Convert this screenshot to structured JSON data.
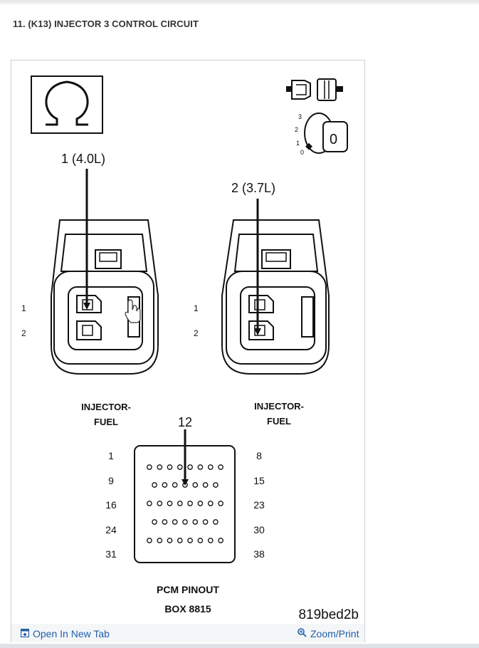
{
  "section": {
    "title": "11. (K13) INJECTOR 3 CONTROL CIRCUIT"
  },
  "diagram": {
    "callout_left": "1 (4.0L)",
    "callout_right": "2 (3.7L)",
    "left_pin_1": "1",
    "left_pin_2": "2",
    "right_pin_1": "1",
    "right_pin_2": "2",
    "left_label_1": "INJECTOR-",
    "left_label_2": "FUEL",
    "right_label_1": "INJECTOR-",
    "right_label_2": "FUEL",
    "key_positions": [
      "3",
      "2",
      "1",
      "0"
    ],
    "key_label": "0",
    "pcm_callout": "12",
    "pcm_row_start": [
      "1",
      "9",
      "16",
      "24",
      "31"
    ],
    "pcm_row_end": [
      "8",
      "15",
      "23",
      "30",
      "38"
    ],
    "pcm_label_1": "PCM PINOUT",
    "pcm_label_2": "BOX 8815",
    "image_id": "819bed2b"
  },
  "footer": {
    "open_label": "Open In New Tab",
    "zoom_label": "Zoom/Print",
    "link_color": "#1f5fa8"
  }
}
